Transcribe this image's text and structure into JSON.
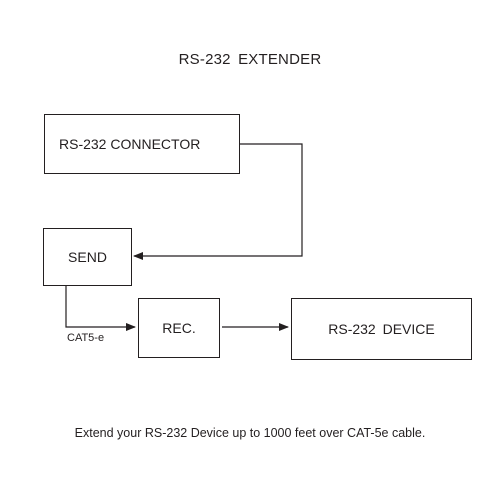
{
  "diagram": {
    "title": "RS-232  EXTENDER",
    "nodes": {
      "connector": "RS-232 CONNECTOR",
      "send": "SEND",
      "receiver": "REC.",
      "device": "RS-232  DEVICE"
    },
    "cable_label": "CAT5-e",
    "caption": "Extend your RS-232 Device up to 1000 feet over CAT-5e cable."
  }
}
